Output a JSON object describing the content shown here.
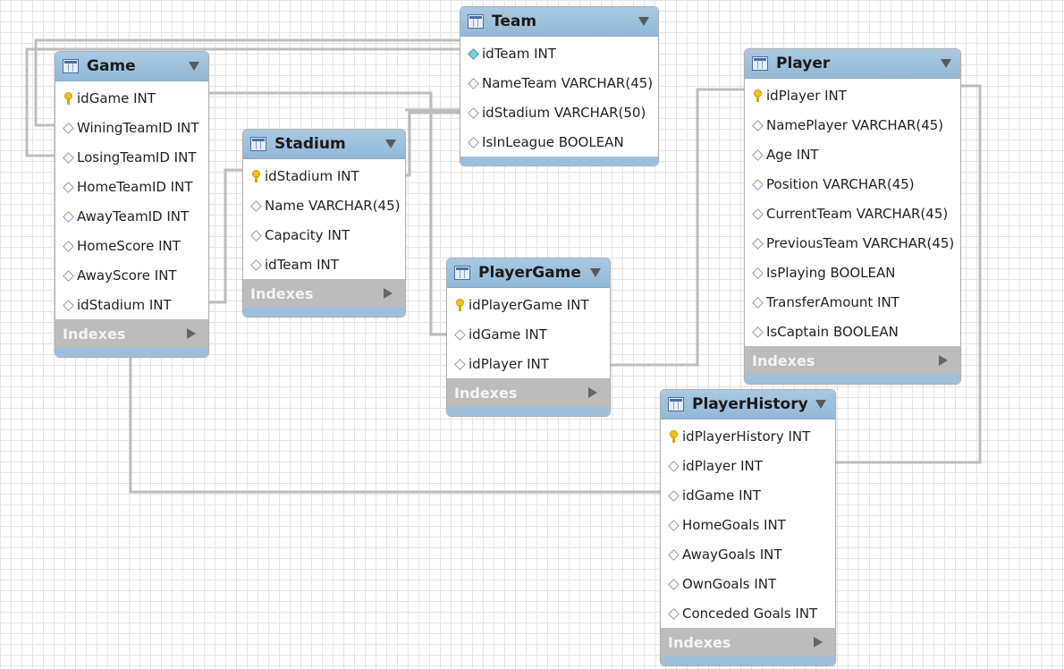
{
  "indexes_label": "Indexes",
  "colors": {
    "header": "#9dbfdb",
    "indexes_bar": "#bcbcbc",
    "connector": "#bdbdbd",
    "primary_key": "#f0c419",
    "grid": "#e3e3e3"
  },
  "entities": {
    "game": {
      "title": "Game",
      "columns": [
        {
          "icon": "key-icon",
          "label": "idGame INT"
        },
        {
          "icon": "diamond-icon",
          "label": "WiningTeamID INT"
        },
        {
          "icon": "diamond-icon",
          "label": "LosingTeamID INT"
        },
        {
          "icon": "diamond-icon",
          "label": "HomeTeamID INT"
        },
        {
          "icon": "diamond-icon",
          "label": "AwayTeamID INT"
        },
        {
          "icon": "diamond-icon",
          "label": "HomeScore INT"
        },
        {
          "icon": "diamond-icon",
          "label": "AwayScore INT"
        },
        {
          "icon": "diamond-icon",
          "label": "idStadium INT"
        }
      ]
    },
    "team": {
      "title": "Team",
      "columns": [
        {
          "icon": "diamond-filled-icon",
          "label": "idTeam INT"
        },
        {
          "icon": "diamond-icon",
          "label": "NameTeam VARCHAR(45)"
        },
        {
          "icon": "diamond-icon",
          "label": "idStadium VARCHAR(50)"
        },
        {
          "icon": "diamond-icon",
          "label": "IsInLeague BOOLEAN"
        }
      ]
    },
    "stadium": {
      "title": "Stadium",
      "columns": [
        {
          "icon": "key-icon",
          "label": "idStadium INT"
        },
        {
          "icon": "diamond-icon",
          "label": "Name VARCHAR(45)"
        },
        {
          "icon": "diamond-icon",
          "label": "Capacity INT"
        },
        {
          "icon": "diamond-icon",
          "label": "idTeam INT"
        }
      ]
    },
    "player": {
      "title": "Player",
      "columns": [
        {
          "icon": "key-icon",
          "label": "idPlayer INT"
        },
        {
          "icon": "diamond-icon",
          "label": "NamePlayer VARCHAR(45)"
        },
        {
          "icon": "diamond-icon",
          "label": "Age INT"
        },
        {
          "icon": "diamond-icon",
          "label": "Position VARCHAR(45)"
        },
        {
          "icon": "diamond-icon",
          "label": "CurrentTeam VARCHAR(45)"
        },
        {
          "icon": "diamond-icon",
          "label": "PreviousTeam VARCHAR(45)"
        },
        {
          "icon": "diamond-icon",
          "label": "IsPlaying BOOLEAN"
        },
        {
          "icon": "diamond-icon",
          "label": "TransferAmount INT"
        },
        {
          "icon": "diamond-icon",
          "label": "IsCaptain BOOLEAN"
        }
      ]
    },
    "playergame": {
      "title": "PlayerGame",
      "columns": [
        {
          "icon": "key-icon",
          "label": "idPlayerGame INT"
        },
        {
          "icon": "diamond-icon",
          "label": "idGame INT"
        },
        {
          "icon": "diamond-icon",
          "label": "idPlayer INT"
        }
      ]
    },
    "playerhistory": {
      "title": "PlayerHistory",
      "columns": [
        {
          "icon": "key-icon",
          "label": "idPlayerHistory INT"
        },
        {
          "icon": "diamond-icon",
          "label": "idPlayer INT"
        },
        {
          "icon": "diamond-icon",
          "label": "idGame INT"
        },
        {
          "icon": "diamond-icon",
          "label": "HomeGoals INT"
        },
        {
          "icon": "diamond-icon",
          "label": "AwayGoals INT"
        },
        {
          "icon": "diamond-icon",
          "label": "OwnGoals INT"
        },
        {
          "icon": "diamond-icon",
          "label": "Conceded Goals INT"
        }
      ]
    }
  }
}
